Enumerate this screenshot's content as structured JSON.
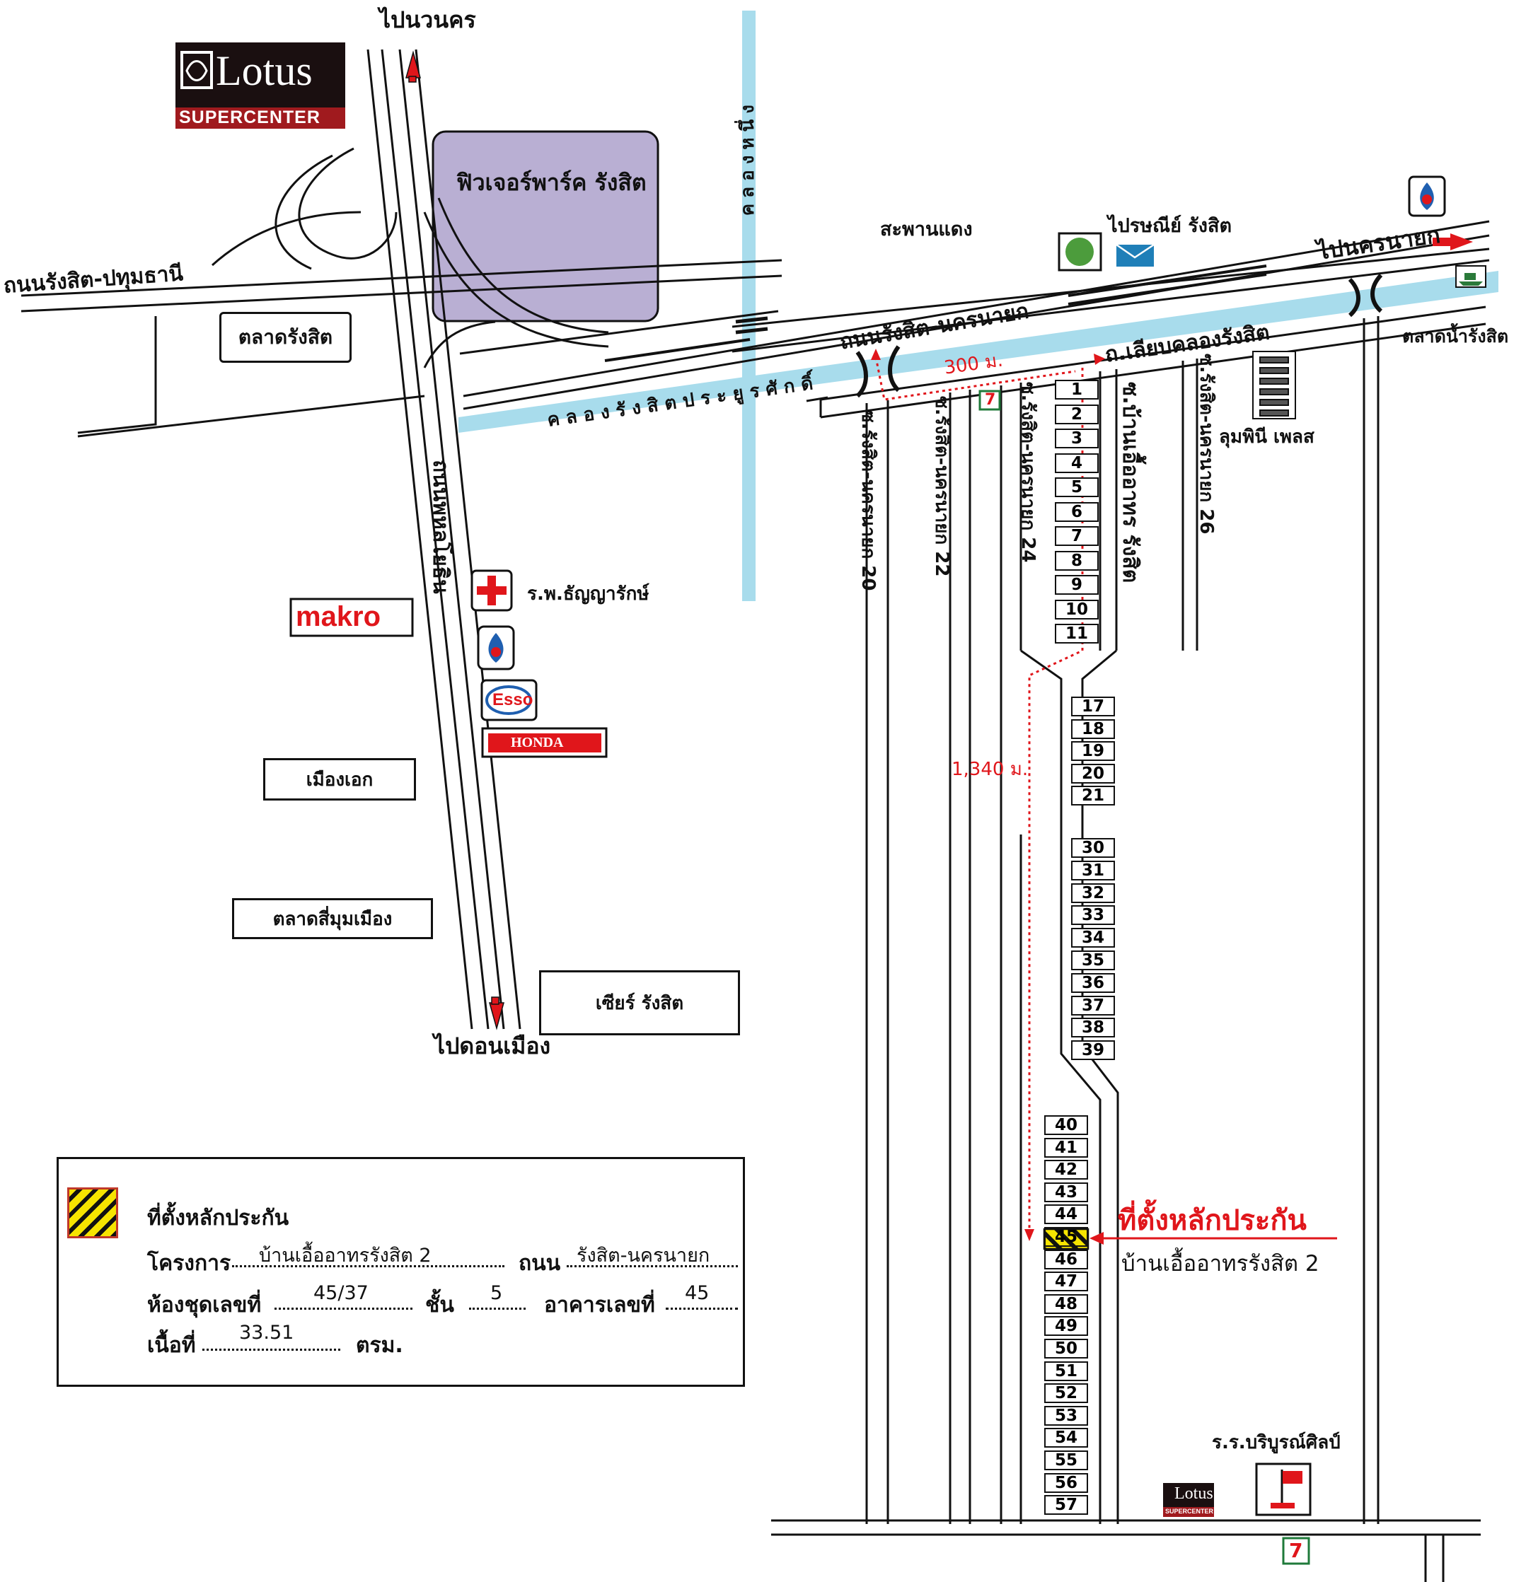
{
  "labels": {
    "to_nawanakhon": "ไปนวนคร",
    "to_donmueang": "ไปดอนเมือง",
    "to_nakhonnayok": "ไปนครนายก",
    "future_park": "ฟิวเจอร์พาร์ค รังสิต",
    "khlong_nueng": "คลองหนึ่ง",
    "rangsit_pathum_rd": "ถนนรังสิต-ปทุมธานี",
    "talad_rangsit": "ตลาดรังสิต",
    "saphan_daeng": "สะพานแดง",
    "post_office": "ไปรษณีย์ รังสิต",
    "rangsit_nakhonnayok_rd": "ถนนรังสิต-นครนายก",
    "along_canal_rd": "ถ.เลียบคลองรังสิต",
    "khlong_rangsit": "คลองรังสิตประยูรศักดิ์",
    "floating_market": "ตลาดน้ำรังสิต",
    "lumpini": "ลุมพินี เพลส",
    "soi20": "ซ.รังสิต-นครนายก 20",
    "soi22": "ซ.รังสิต-นครนายก 22",
    "soi24": "ซ.รังสิต-นครนายก 24",
    "soi_project": "ซ.บ้านเอื้ออาทร รังสิต",
    "soi26": "ซ.รังสิต-นครนายก 26",
    "phahonyothin": "ถนนพหลโยธิน",
    "hospital": "ร.พ.ธัญญารักษ์",
    "makro": "makro",
    "esso": "Esso",
    "honda": "HONDA",
    "mueang_ake": "เมืองเอก",
    "talad_simum": "ตลาดสี่มุมเมือง",
    "zeer": "เซียร์ รังสิต",
    "dist_300": "300 ม.",
    "dist_1340": "1,340 ม.",
    "collateral_here": "ที่ตั้งหลักประกัน",
    "project_name_right": "บ้านเอื้ออาทรรังสิต 2",
    "school": "ร.ร.บริบูรณ์ศิลป์",
    "lotus_brand": "Lotus",
    "lotus_sub": "SUPERCENTER",
    "seven": "7"
  },
  "buildings": [
    "1",
    "2",
    "3",
    "4",
    "5",
    "6",
    "7",
    "8",
    "9",
    "10",
    "11",
    "17",
    "18",
    "19",
    "20",
    "21",
    "30",
    "31",
    "32",
    "33",
    "34",
    "35",
    "36",
    "37",
    "38",
    "39",
    "40",
    "41",
    "42",
    "43",
    "44",
    "45",
    "46",
    "47",
    "48",
    "49",
    "50",
    "51",
    "52",
    "53",
    "54",
    "55",
    "56",
    "57"
  ],
  "legend": {
    "title": "ที่ตั้งหลักประกัน",
    "project_label": "โครงการ",
    "project_value": "บ้านเอื้ออาทรรังสิต 2",
    "road_label": "ถนน",
    "road_value": "รังสิต-นครนายก",
    "unit_label": "ห้องชุดเลขที่",
    "unit_value": "45/37",
    "floor_label": "ชั้น",
    "floor_value": "5",
    "building_label": "อาคารเลขที่",
    "building_value": "45",
    "area_label": "เนื้อที่",
    "area_value": "33.51",
    "area_unit": "ตรม."
  },
  "colors": {
    "canal": "#a8dcec",
    "route": "#e0161b",
    "future_park": "#b9afd3",
    "highlight": "#f6e400"
  }
}
